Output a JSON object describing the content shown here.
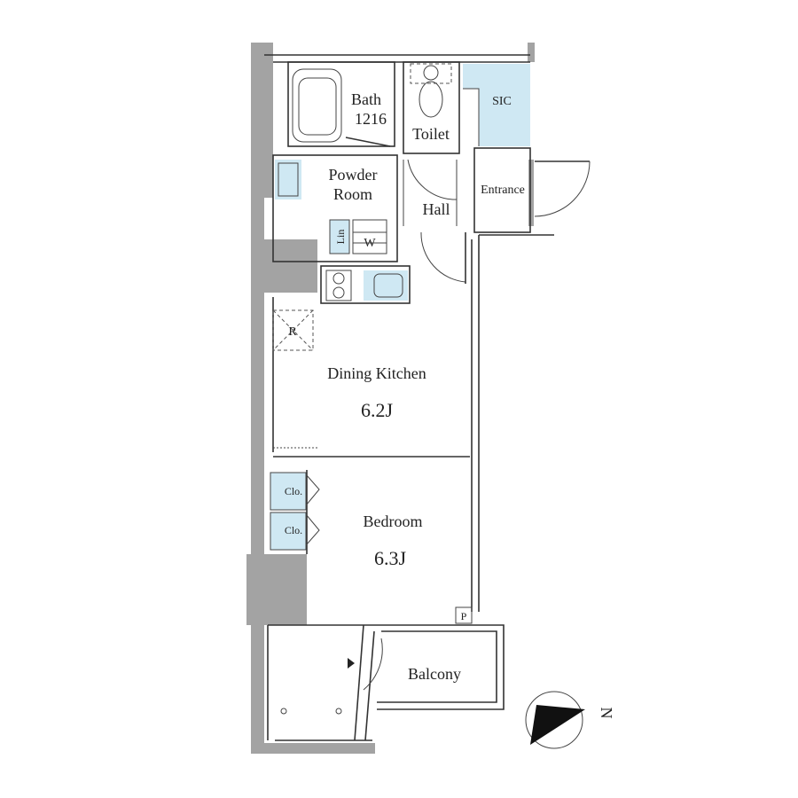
{
  "plan": {
    "colors": {
      "wall": "#a3a3a3",
      "storage": "#cfe8f3",
      "line": "#333333"
    },
    "rooms": {
      "bath": {
        "name": "Bath",
        "size": "1216"
      },
      "toilet": {
        "name": "Toilet"
      },
      "sic": {
        "name": "SIC"
      },
      "powder_room": {
        "name_line1": "Powder",
        "name_line2": "Room"
      },
      "hall": {
        "name": "Hall"
      },
      "entrance": {
        "name": "Entrance"
      },
      "dining_kitchen": {
        "name": "Dining Kitchen",
        "size": "6.2J"
      },
      "bedroom": {
        "name": "Bedroom",
        "size": "6.3J"
      },
      "balcony": {
        "name": "Balcony"
      }
    },
    "fixtures": {
      "linen": "Lin",
      "washer": "W",
      "refrigerator": "R",
      "closet_1": "Clo.",
      "closet_2": "Clo.",
      "pipe_space": "P"
    },
    "compass": {
      "north_label": "N",
      "icon": "north-arrow-icon"
    }
  }
}
